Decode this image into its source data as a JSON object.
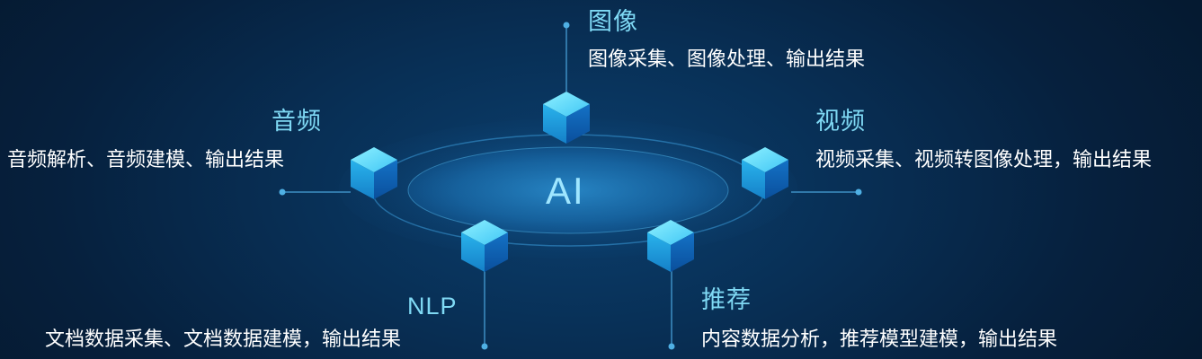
{
  "center": {
    "label": "AI"
  },
  "nodes": {
    "image": {
      "title": "图像",
      "description": "图像采集、图像处理、输出结果"
    },
    "audio": {
      "title": "音频",
      "description": "音频解析、音频建模、输出结果"
    },
    "video": {
      "title": "视频",
      "description": "视频采集、视频转图像处理，输出结果"
    },
    "nlp": {
      "title": "NLP",
      "description": "文档数据采集、文档数据建模，输出结果"
    },
    "recommend": {
      "title": "推荐",
      "description": "内容数据分析，推荐模型建模，输出结果"
    }
  },
  "colors": {
    "background": "#06203d",
    "title": "#7fd9f4",
    "description": "#ffffff",
    "cube_top": "#5fe3ff",
    "cube_left": "#1c9ad9",
    "cube_right": "#0d5fb5",
    "ring": "#2a86c6",
    "connector": "#3d8fc4"
  },
  "icons": {
    "node_marker": "cube-icon"
  }
}
